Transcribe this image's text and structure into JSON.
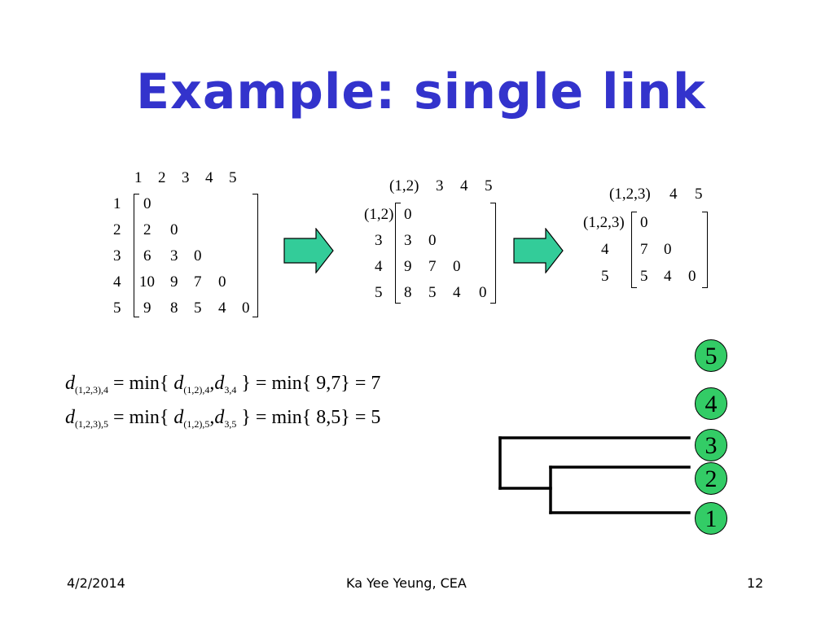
{
  "title": "Example: single link",
  "matrix1": {
    "col_headers": [
      "1",
      "2",
      "3",
      "4",
      "5"
    ],
    "row_labels": [
      "1",
      "2",
      "3",
      "4",
      "5"
    ],
    "rows": [
      [
        "0"
      ],
      [
        "2",
        "0"
      ],
      [
        "6",
        "3",
        "0"
      ],
      [
        "10",
        "9",
        "7",
        "0"
      ],
      [
        "9",
        "8",
        "5",
        "4",
        "0"
      ]
    ]
  },
  "matrix2": {
    "col_headers": [
      "(1,2)",
      "3",
      "4",
      "5"
    ],
    "row_labels": [
      "(1,2)",
      "3",
      "4",
      "5"
    ],
    "rows": [
      [
        "0"
      ],
      [
        "3",
        "0"
      ],
      [
        "9",
        "7",
        "0"
      ],
      [
        "8",
        "5",
        "4",
        "0"
      ]
    ]
  },
  "matrix3": {
    "col_headers": [
      "(1,2,3)",
      "4",
      "5"
    ],
    "row_labels": [
      "(1,2,3)",
      "4",
      "5"
    ],
    "rows": [
      [
        "0"
      ],
      [
        "7",
        "0"
      ],
      [
        "5",
        "4",
        "0"
      ]
    ]
  },
  "equations": {
    "eq1": {
      "d": "d",
      "lhs_sub": "(1,2,3),4",
      "eq_min": "= min{",
      "t1_sub": "(1,2),4",
      "comma": ",",
      "t2_sub": "3,4",
      "rhs": "} = min{ 9,7} = 7"
    },
    "eq2": {
      "d": "d",
      "lhs_sub": "(1,2,3),5",
      "eq_min": "= min{",
      "t1_sub": "(1,2),5",
      "comma": ",",
      "t2_sub": "3,5",
      "rhs": "} = min{ 8,5} = 5"
    }
  },
  "dendrogram": {
    "leaves": [
      "5",
      "4",
      "3",
      "2",
      "1"
    ],
    "leaf_color": "#33cc66"
  },
  "colors": {
    "title": "#3333cc",
    "arrow": "#33cc99"
  },
  "footer": {
    "date": "4/2/2014",
    "author": "Ka Yee Yeung, CEA",
    "page": "12"
  }
}
